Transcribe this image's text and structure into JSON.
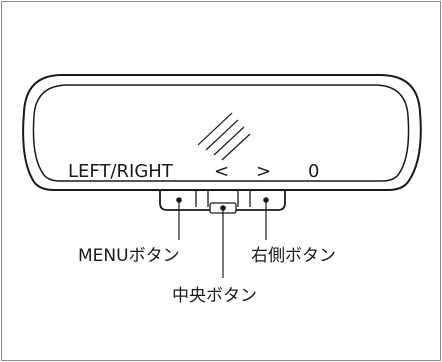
{
  "display": {
    "mode_text": "LEFT/RIGHT",
    "left_arrow": "<",
    "right_arrow": ">",
    "value": "0"
  },
  "buttons": {
    "menu_label": "MENUボタン",
    "center_label": "中央ボタン",
    "right_label": "右側ボタン"
  },
  "colors": {
    "line": "#1a1a1a",
    "frame": "#8a8a8a",
    "background": "#ffffff"
  }
}
